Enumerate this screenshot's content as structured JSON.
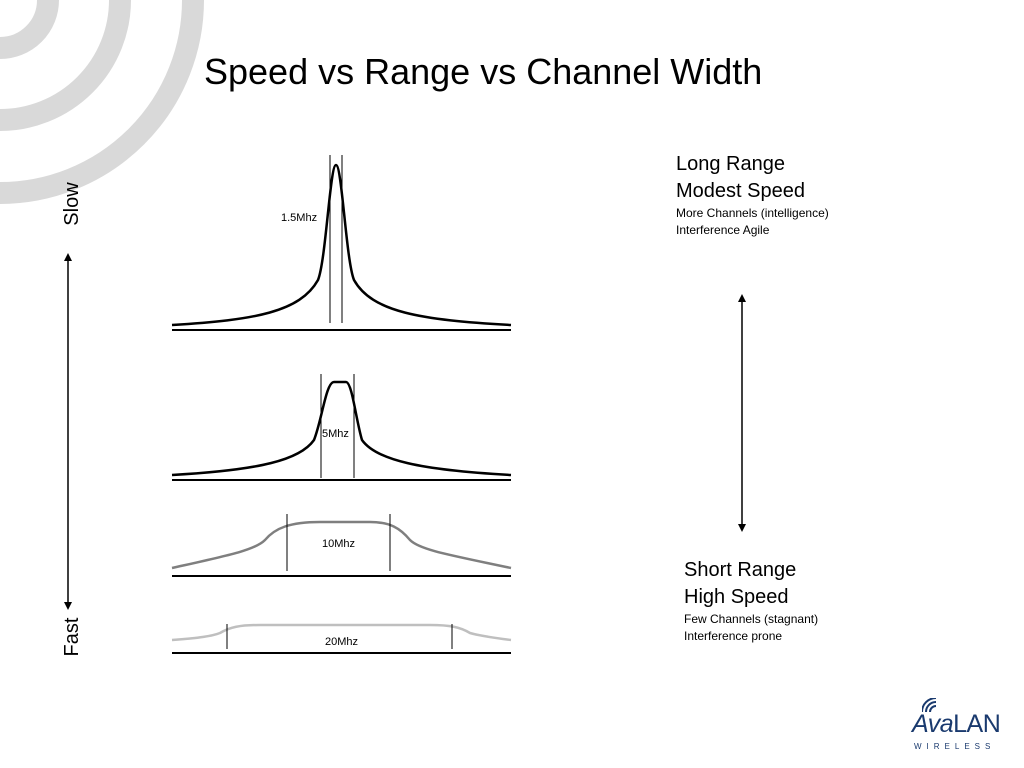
{
  "slide": {
    "title": "Speed vs Range vs Channel Width"
  },
  "axis": {
    "top_label": "Slow",
    "bottom_label": "Fast"
  },
  "channels": [
    {
      "label": "1.5Mhz",
      "color": "#000000"
    },
    {
      "label": "5Mhz",
      "color": "#000000"
    },
    {
      "label": "10Mhz",
      "color": "#7f7f7f"
    },
    {
      "label": "20Mhz",
      "color": "#bfbfbf"
    }
  ],
  "long_range": {
    "line1": "Long Range",
    "line2": "Modest Speed",
    "line3": "More Channels (intelligence)",
    "line4": "Interference Agile"
  },
  "short_range": {
    "line1": "Short Range",
    "line2": "High Speed",
    "line3": "Few Channels (stagnant)",
    "line4": "Interference prone"
  },
  "logo": {
    "word_part1": "Ava",
    "word_part2": "LAN",
    "sub": "WIRELESS",
    "color": "#1a3a6e"
  },
  "colors": {
    "decoration": "#d9d9d9"
  }
}
